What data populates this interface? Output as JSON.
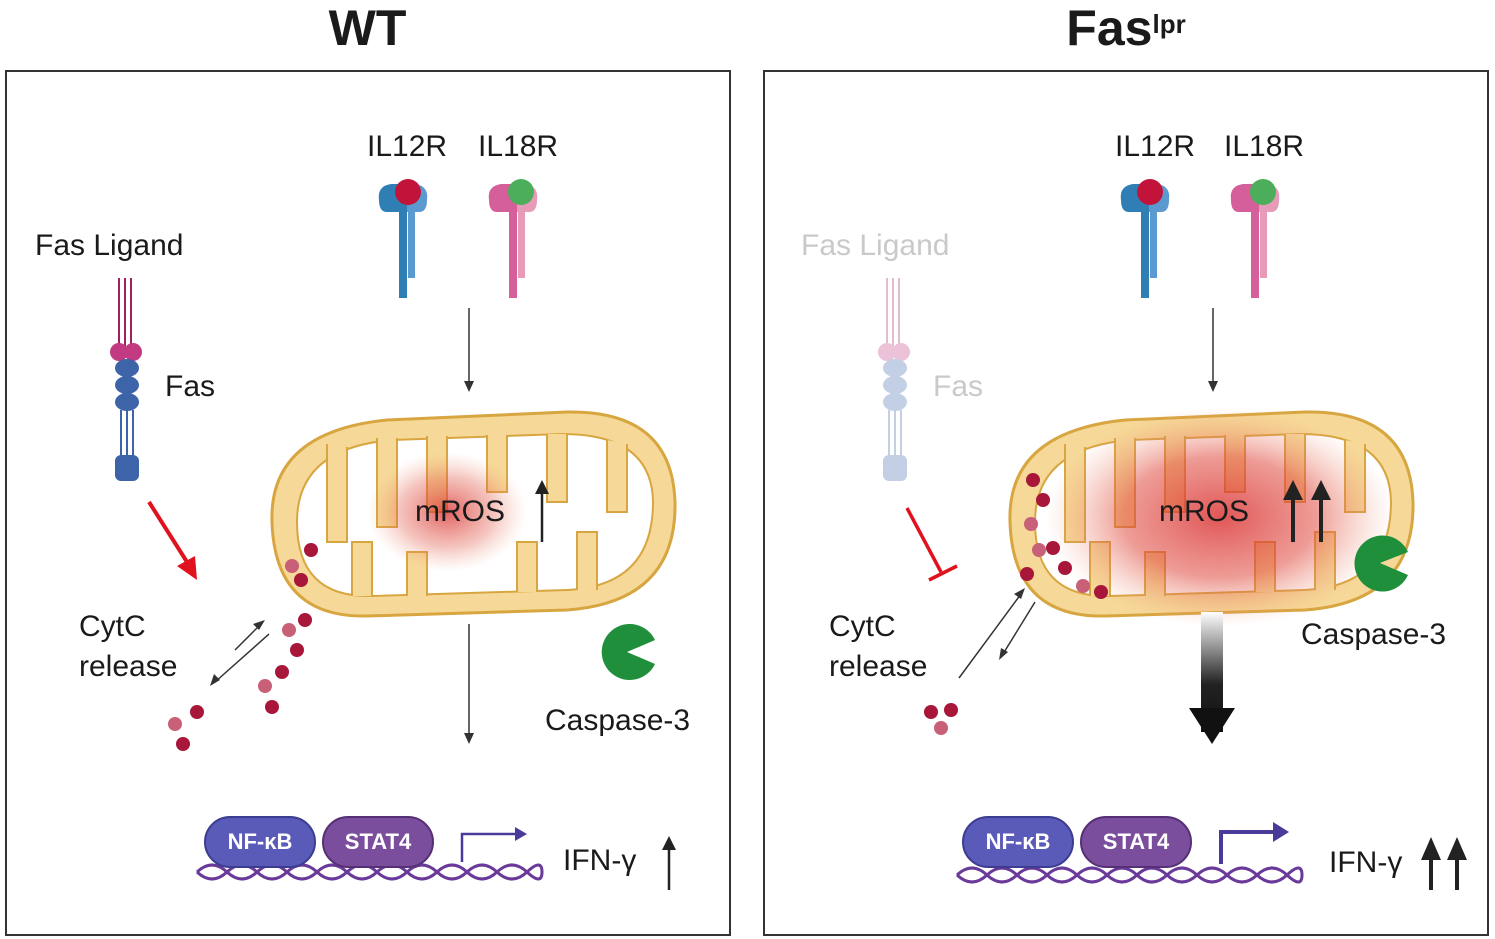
{
  "titles": {
    "wt": "WT",
    "fas_main": "Fas",
    "fas_sup": "lpr"
  },
  "labels": {
    "il12r": "IL12R",
    "il18r": "IL18R",
    "fas_ligand": "Fas Ligand",
    "fas": "Fas",
    "mros": "mROS",
    "cytc_line1": "CytC",
    "cytc_line2": "release",
    "caspase3": "Caspase-3",
    "nfkb": "NF-κB",
    "stat4": "STAT4",
    "ifng": "IFN-γ"
  },
  "colors": {
    "il12r": "#2f7fb5",
    "il18r": "#d45f9a",
    "fas": "#3d63a8",
    "fas_top": "#c23a82",
    "mito_outer": "#f6d998",
    "mito_stroke": "#d8a640",
    "cytc": "#a8163a",
    "caspase": "#1f8f3c",
    "nfkb": "#5a5ab8",
    "stat4": "#7a4e9c",
    "dna": "#6a3a9a",
    "activation_arrow": "#e0121e",
    "ros_glow": "#d82c2c"
  }
}
